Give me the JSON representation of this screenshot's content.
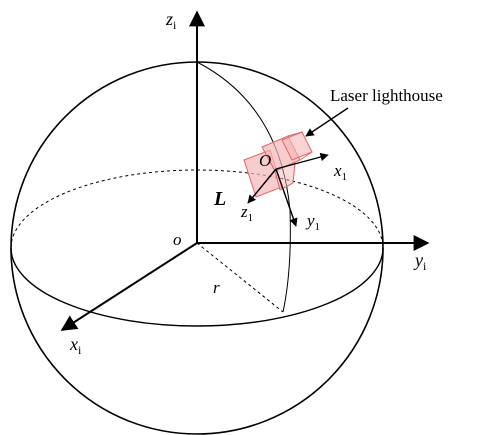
{
  "colors": {
    "line": "#000000",
    "lighthouse_stroke": "#e06666",
    "lighthouse_fill": "#f4b7b7"
  },
  "labels": {
    "callout": "Laser lighthouse",
    "axis_z_i": {
      "base": "z",
      "sub": "i"
    },
    "axis_y_i": {
      "base": "y",
      "sub": "i"
    },
    "axis_x_i": {
      "base": "x",
      "sub": "i"
    },
    "origin_o": "o",
    "radius_r": "r",
    "vector_L": "L",
    "local_origin": "O",
    "axis_x1": {
      "base": "x",
      "sub": "1"
    },
    "axis_y1": {
      "base": "y",
      "sub": "1"
    },
    "axis_z1": {
      "base": "z",
      "sub": "1"
    }
  }
}
